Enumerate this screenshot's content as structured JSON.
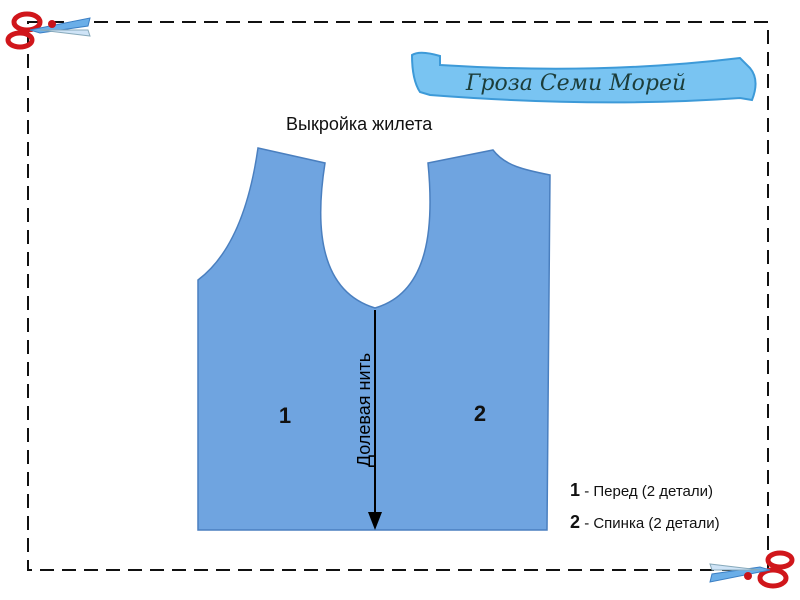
{
  "banner": {
    "text": "Гроза Семи Морей"
  },
  "title": "Выкройка жилета",
  "pieces": [
    {
      "number": "1"
    },
    {
      "number": "2"
    }
  ],
  "grain_label": "Долевая нить",
  "legend": [
    {
      "number": "1",
      "text": "- Перед (2 детали)"
    },
    {
      "number": "2",
      "text": "- Спинка (2 детали)"
    }
  ],
  "colors": {
    "piece_fill": "#6fa4e0",
    "piece_stroke": "#4a7fbf",
    "scissors_handle": "#d0161b",
    "banner": "#6fc0f0"
  }
}
